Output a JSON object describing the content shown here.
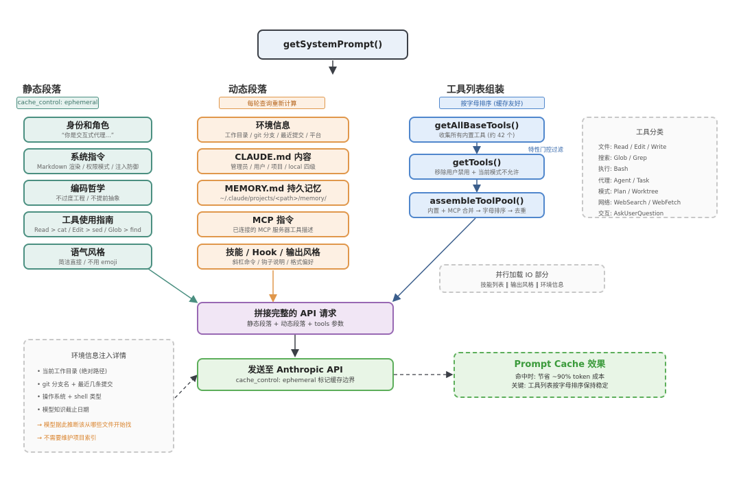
{
  "header": {
    "main": "getSystemPrompt()"
  },
  "columns": {
    "static": {
      "title": "静态段落",
      "tag": "cache_control: ephemeral",
      "items": [
        {
          "title": "身份和角色",
          "sub": "“你是交互式代理...”"
        },
        {
          "title": "系统指令",
          "sub": "Markdown 渲染 / 权限模式 / 注入防御"
        },
        {
          "title": "编码哲学",
          "sub": "不过度工程 / 不提前抽象"
        },
        {
          "title": "工具使用指南",
          "sub": "Read > cat / Edit > sed / Glob > find"
        },
        {
          "title": "语气风格",
          "sub": "简洁直接 / 不用 emoji"
        }
      ]
    },
    "dynamic": {
      "title": "动态段落",
      "tag": "每轮查询重新计算",
      "items": [
        {
          "title": "环境信息",
          "sub": "工作目录 / git 分支 / 最近提交 / 平台"
        },
        {
          "title": "CLAUDE.md 内容",
          "sub": "管理员 / 用户 / 项目 / local 四级"
        },
        {
          "title": "MEMORY.md 持久记忆",
          "sub": "~/.claude/projects/<path>/memory/"
        },
        {
          "title": "MCP 指令",
          "sub": "已连接的 MCP 服务器工具描述"
        },
        {
          "title": "技能 / Hook / 输出风格",
          "sub": "斜杠命令 / 钩子说明 / 格式偏好"
        }
      ]
    },
    "tools": {
      "title": "工具列表组装",
      "tag": "按字母排序 (缓存友好)",
      "items": [
        {
          "title": "getAllBaseTools()",
          "sub": "收集所有内置工具 (约 42 个)"
        },
        {
          "title": "getTools()",
          "sub": "移除用户禁用 + 当前模式不允许"
        },
        {
          "title": "assembleToolPool()",
          "sub": "内置 + MCP 合并 → 字母排序 → 去重"
        }
      ],
      "gate_label": "特性门控过滤"
    }
  },
  "tool_categories": {
    "title": "工具分类",
    "items": [
      "文件: Read / Edit / Write",
      "搜索: Glob / Grep",
      "执行: Bash",
      "代理: Agent / Task",
      "模式: Plan / Worktree",
      "网络: WebSearch / WebFetch",
      "交互: AskUserQuestion"
    ]
  },
  "parallel": {
    "title": "并行加载 IO 部分",
    "sub": "技能列表 ‖ 输出风格 ‖ 环境信息"
  },
  "merge": {
    "title": "拼接完整的 API 请求",
    "sub": "静态段落 + 动态段落 + tools 参数"
  },
  "send": {
    "title": "发送至 Anthropic API",
    "sub": "cache_control: ephemeral 标记缓存边界"
  },
  "cache": {
    "title": "Prompt Cache 效果",
    "line1": "命中时: 节省 ~90% token 成本",
    "line2": "关键: 工具列表按字母排序保持稳定"
  },
  "env_detail": {
    "title": "环境信息注入详情",
    "items": [
      "• 当前工作目录 (绝对路径)",
      "• git 分支名 + 最近几条提交",
      "• 操作系统 + shell 类型",
      "• 模型知识截止日期"
    ],
    "notes": [
      "→ 模型据此推断该从哪些文件开始找",
      "→ 不需要维护项目索引"
    ]
  },
  "colors": {
    "static": "#4a8f80",
    "dynamic": "#e0974b",
    "tools": "#4f86cc",
    "merge": "#9868b3",
    "send": "#5cae5a",
    "dark": "#3b3f46"
  }
}
